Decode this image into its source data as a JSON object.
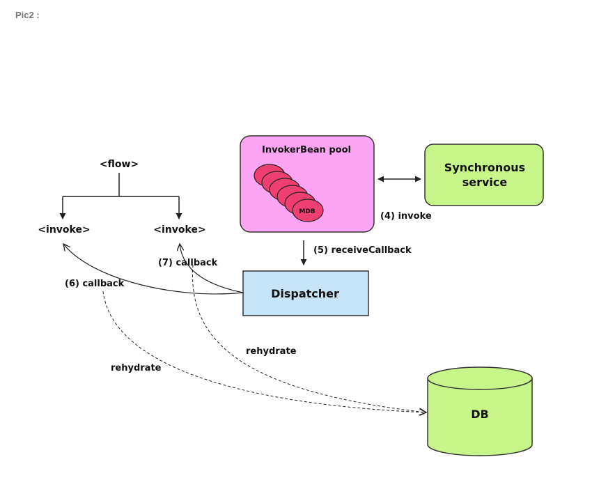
{
  "caption": "Pic2 :",
  "diagram": {
    "flow_label": "<flow>",
    "invoke_left": "<invoke>",
    "invoke_right": "<invoke>",
    "pool_title": "InvokerBean pool",
    "mdb_label": "MDB",
    "sync_service": [
      "Synchronous",
      "service"
    ],
    "dispatcher": "Dispatcher",
    "db": "DB",
    "edges": {
      "invoke": "(4) invoke",
      "receive_callback": "(5) receiveCallback",
      "callback_6": "(6) callback",
      "callback_7": "(7) callback",
      "rehydrate_left": "rehydrate",
      "rehydrate_right": "rehydrate"
    }
  },
  "colors": {
    "pool_fill": "#fda5f5",
    "mdb_fill": "#ef3f72",
    "service_fill": "#c8f58a",
    "dispatcher_fill": "#c6e3f8",
    "db_fill": "#c8f58a",
    "stroke": "#222222"
  }
}
